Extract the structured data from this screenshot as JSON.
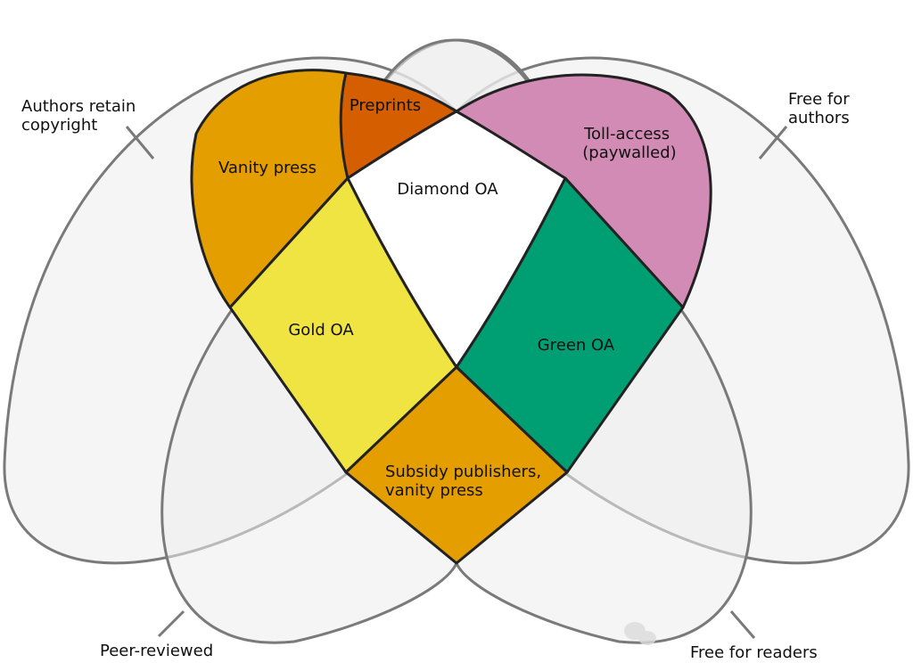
{
  "categories": {
    "authors_retain": [
      "Authors retain",
      "copyright"
    ],
    "free_for_authors": [
      "Free for",
      "authors"
    ],
    "peer_reviewed": "Peer-reviewed",
    "free_for_readers": "Free for readers"
  },
  "regions": {
    "preprints": "Preprints",
    "vanity_press": "Vanity press",
    "diamond": "Diamond OA",
    "toll_access": [
      "Toll-access",
      "(paywalled)"
    ],
    "gold": "Gold OA",
    "green": "Green OA",
    "subsidy": [
      "Subsidy publishers,",
      "vanity press"
    ]
  },
  "colors": {
    "ellipse_fill": "#ececec",
    "outline": "#7a7a7a",
    "border": "#222222",
    "vanity_press": "#e59e00",
    "preprints": "#d45e00",
    "diamond": "#ffffff",
    "toll_access": "#d28bb5",
    "gold": "#f0e442",
    "green": "#009e73",
    "subsidy": "#e59e00"
  },
  "icons": {
    "watermark": "wechat-icon"
  }
}
